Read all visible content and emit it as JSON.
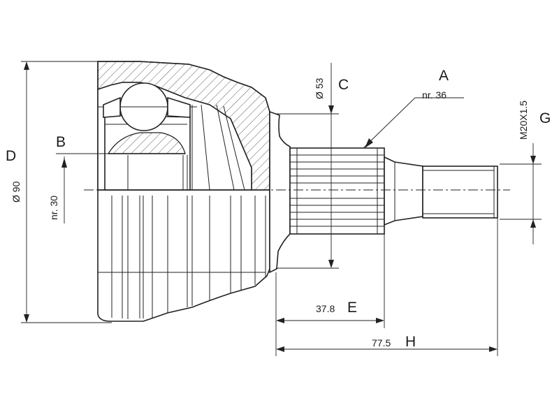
{
  "labels": {
    "a": "A",
    "a_value": "nr. 36",
    "b": "B",
    "b_value": "nr. 30",
    "c": "C",
    "c_value": "Ø 53",
    "d": "D",
    "d_value": "Ø 90",
    "e": "E",
    "e_value": "37.8",
    "g": "G",
    "g_value": "M20X1.5",
    "h": "H",
    "h_value": "77.5"
  },
  "colors": {
    "line": "#222222",
    "background": "#ffffff"
  }
}
